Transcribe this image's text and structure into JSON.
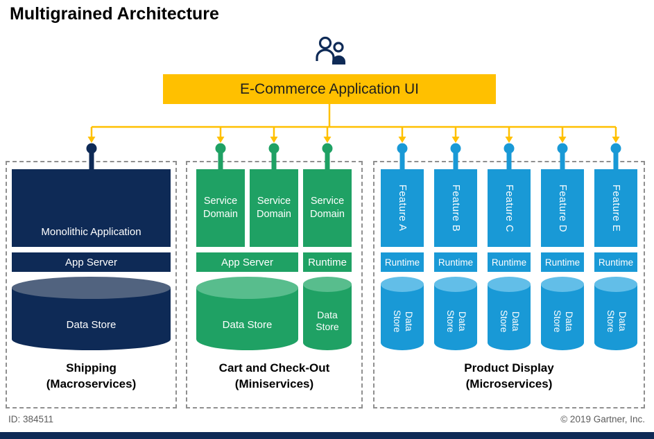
{
  "page": {
    "title": "Multigrained Architecture",
    "footer_id": "ID: 384511",
    "footer_copyright": "© 2019 Gartner, Inc."
  },
  "colors": {
    "navy": "#0E2A56",
    "navy_light": "#51637F",
    "green": "#1FA164",
    "green_light": "#58BD8D",
    "blue": "#1999D6",
    "blue_light": "#62BEE8",
    "gold": "#FFC000"
  },
  "icons": {
    "header": "users-icon"
  },
  "banner": {
    "label": "E-Commerce Application UI"
  },
  "groups": [
    {
      "caption_line1": "Shipping",
      "caption_line2": "(Macroservices)",
      "app_label": "Monolithic Application",
      "server_label": "App Server",
      "datastore_label": "Data Store"
    },
    {
      "caption_line1": "Cart and Check-Out",
      "caption_line2": "(Miniservices)",
      "service_labels": [
        "Service Domain",
        "Service Domain",
        "Service Domain"
      ],
      "server_label": "App Server",
      "runtime_label": "Runtime",
      "datastore_label": "Data Store",
      "datastore_small_label": "Data Store"
    },
    {
      "caption_line1": "Product Display",
      "caption_line2": "(Microservices)",
      "features": [
        "Feature A",
        "Feature B",
        "Feature C",
        "Feature D",
        "Feature E"
      ],
      "runtime_label": "Runtime",
      "datastore_lines": [
        "Data",
        "Store"
      ]
    }
  ]
}
